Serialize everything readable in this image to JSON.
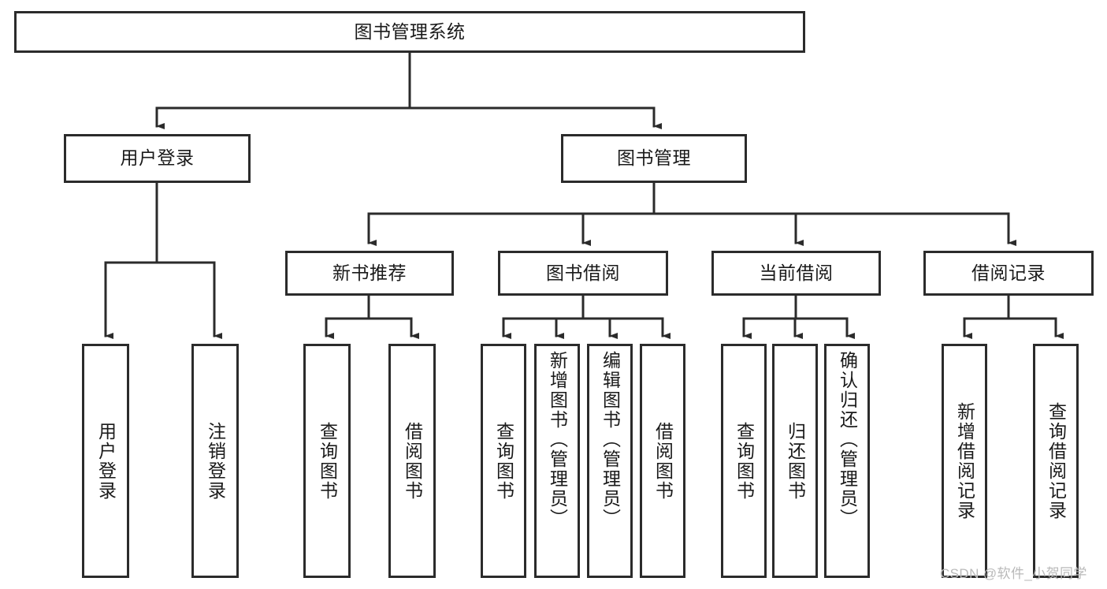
{
  "diagram": {
    "type": "tree-hierarchy",
    "title": "图书管理系统",
    "root": {
      "label": "图书管理系统"
    },
    "level2": [
      {
        "label": "用户登录"
      },
      {
        "label": "图书管理"
      }
    ],
    "level3": [
      {
        "label": "新书推荐"
      },
      {
        "label": "图书借阅"
      },
      {
        "label": "当前借阅"
      },
      {
        "label": "借阅记录"
      }
    ],
    "leaves": {
      "user_login": [
        {
          "label": "用户登录"
        },
        {
          "label": "注销登录"
        }
      ],
      "new_book_recommend": [
        {
          "label": "查询图书"
        },
        {
          "label": "借阅图书"
        }
      ],
      "book_borrow": [
        {
          "label": "查询图书"
        },
        {
          "label": "新增图书（管理员）"
        },
        {
          "label": "编辑图书（管理员）"
        },
        {
          "label": "借阅图书"
        }
      ],
      "current_borrow": [
        {
          "label": "查询图书"
        },
        {
          "label": "归还图书"
        },
        {
          "label": "确认归还（管理员）"
        }
      ],
      "borrow_record": [
        {
          "label": "新增借阅记录"
        },
        {
          "label": "查询借阅记录"
        }
      ]
    }
  },
  "watermark": {
    "text": "CSDN @软件_小贺同学"
  },
  "colors": {
    "stroke": "#2b2b2b",
    "background": "#ffffff",
    "text": "#1a1a1a",
    "watermark": "#b9b9b9"
  }
}
